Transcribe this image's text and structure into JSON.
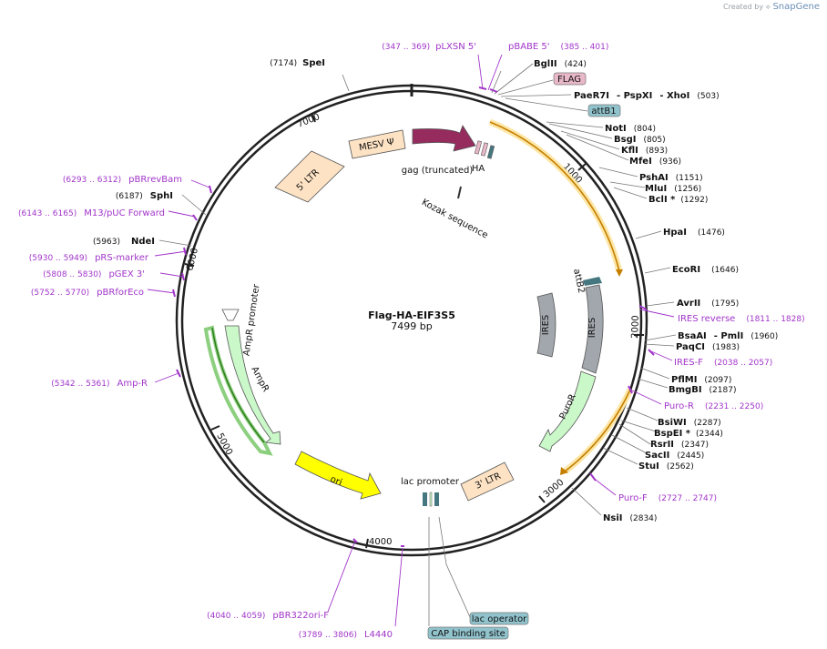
{
  "credit": {
    "prefix": "Created by",
    "brand": "SnapGene"
  },
  "plasmid": {
    "name": "Flag-HA-EIF3S5",
    "length": "7499 bp"
  },
  "ticks": [
    "1000",
    "2000",
    "3000",
    "4000",
    "5000",
    "6000",
    "7000"
  ],
  "sites": [
    {
      "id": "spei",
      "name": "SpeI",
      "pos": "(7174)"
    },
    {
      "id": "bglii",
      "name": "BglII",
      "pos": "(424)"
    },
    {
      "id": "paer7i",
      "name": "PaeR7I",
      "pos": "(503)"
    },
    {
      "id": "pspxi",
      "name": "- PspXI"
    },
    {
      "id": "xhoi",
      "name": "- XhoI"
    },
    {
      "id": "noti",
      "name": "NotI",
      "pos": "(804)"
    },
    {
      "id": "bsgi",
      "name": "BsgI",
      "pos": "(805)"
    },
    {
      "id": "kfli",
      "name": "KflI",
      "pos": "(893)"
    },
    {
      "id": "mfei",
      "name": "MfeI",
      "pos": "(936)"
    },
    {
      "id": "pshai",
      "name": "PshAI",
      "pos": "(1151)"
    },
    {
      "id": "mlui",
      "name": "MluI",
      "pos": "(1256)"
    },
    {
      "id": "bcli",
      "name": "BclI *",
      "pos": "(1292)"
    },
    {
      "id": "hpai",
      "name": "HpaI",
      "pos": "(1476)"
    },
    {
      "id": "ecori",
      "name": "EcoRI",
      "pos": "(1646)"
    },
    {
      "id": "avrii",
      "name": "AvrII",
      "pos": "(1795)"
    },
    {
      "id": "bsaai",
      "name": "BsaAI",
      "pos": "(1960)"
    },
    {
      "id": "pmli",
      "name": "- PmlI"
    },
    {
      "id": "paqci",
      "name": "PaqCI",
      "pos": "(1983)"
    },
    {
      "id": "pflmi",
      "name": "PflMI",
      "pos": "(2097)"
    },
    {
      "id": "bmgbi",
      "name": "BmgBI",
      "pos": "(2187)"
    },
    {
      "id": "bsiwi",
      "name": "BsiWI",
      "pos": "(2287)"
    },
    {
      "id": "bspei",
      "name": "BspEI *",
      "pos": "(2344)"
    },
    {
      "id": "rsrii",
      "name": "RsrII",
      "pos": "(2347)"
    },
    {
      "id": "sacii",
      "name": "SacII",
      "pos": "(2445)"
    },
    {
      "id": "stui",
      "name": "StuI",
      "pos": "(2562)"
    },
    {
      "id": "nsii",
      "name": "NsiI",
      "pos": "(2834)"
    },
    {
      "id": "sphi",
      "name": "SphI",
      "pos": "(6187)"
    },
    {
      "id": "ndei",
      "name": "NdeI",
      "pos": "(5963)"
    }
  ],
  "primers": [
    {
      "id": "plxsn",
      "name": "pLXSN 5'",
      "pos": "(347 .. 369)"
    },
    {
      "id": "pbabe",
      "name": "pBABE 5'",
      "pos": "(385 .. 401)"
    },
    {
      "id": "iresrev",
      "name": "IRES reverse",
      "pos": "(1811 .. 1828)"
    },
    {
      "id": "iresf",
      "name": "IRES-F",
      "pos": "(2038 .. 2057)"
    },
    {
      "id": "puror",
      "name": "Puro-R",
      "pos": "(2231 .. 2250)"
    },
    {
      "id": "purof",
      "name": "Puro-F",
      "pos": "(2727 .. 2747)"
    },
    {
      "id": "pbrrevbam",
      "name": "pBRrevBam",
      "pos": "(6293 .. 6312)"
    },
    {
      "id": "m13",
      "name": "M13/pUC Forward",
      "pos": "(6143 .. 6165)"
    },
    {
      "id": "prs",
      "name": "pRS-marker",
      "pos": "(5930 .. 5949)"
    },
    {
      "id": "pgex",
      "name": "pGEX 3'",
      "pos": "(5808 .. 5830)"
    },
    {
      "id": "pbrforeco",
      "name": "pBRforEco",
      "pos": "(5752 .. 5770)"
    },
    {
      "id": "ampr",
      "name": "Amp-R",
      "pos": "(5342 .. 5361)"
    },
    {
      "id": "pbr322",
      "name": "pBR322ori-F",
      "pos": "(4040 .. 4059)"
    },
    {
      "id": "l4440",
      "name": "L4440",
      "pos": "(3789 .. 3806)"
    }
  ],
  "tags": {
    "flag": "FLAG",
    "attb1": "attB1",
    "lacop": "lac operator",
    "cap": "CAP binding site"
  },
  "features": {
    "ltr5": "5' LTR",
    "mesv": "MESV Ψ",
    "gag": "gag (truncated)",
    "ha": "HA",
    "kozak": "Kozak sequence",
    "attb2": "attB2",
    "ires1": "IRES",
    "ires2": "IRES",
    "puror": "PuroR",
    "ltr3": "3' LTR",
    "lacprom": "lac promoter",
    "ori": "ori",
    "amprprom": "AmpR promoter",
    "ampr": "AmpR"
  },
  "colors": {
    "ltr": "#fde2c4",
    "gag": "#962b5e",
    "ires": "#a2a7ad",
    "puro": "#caf8c9",
    "ori": "#ffff00",
    "orf": "#f8a81b",
    "primer": "#a135c9",
    "attb": "#91c3cd",
    "flag": "#e8b7c8"
  }
}
